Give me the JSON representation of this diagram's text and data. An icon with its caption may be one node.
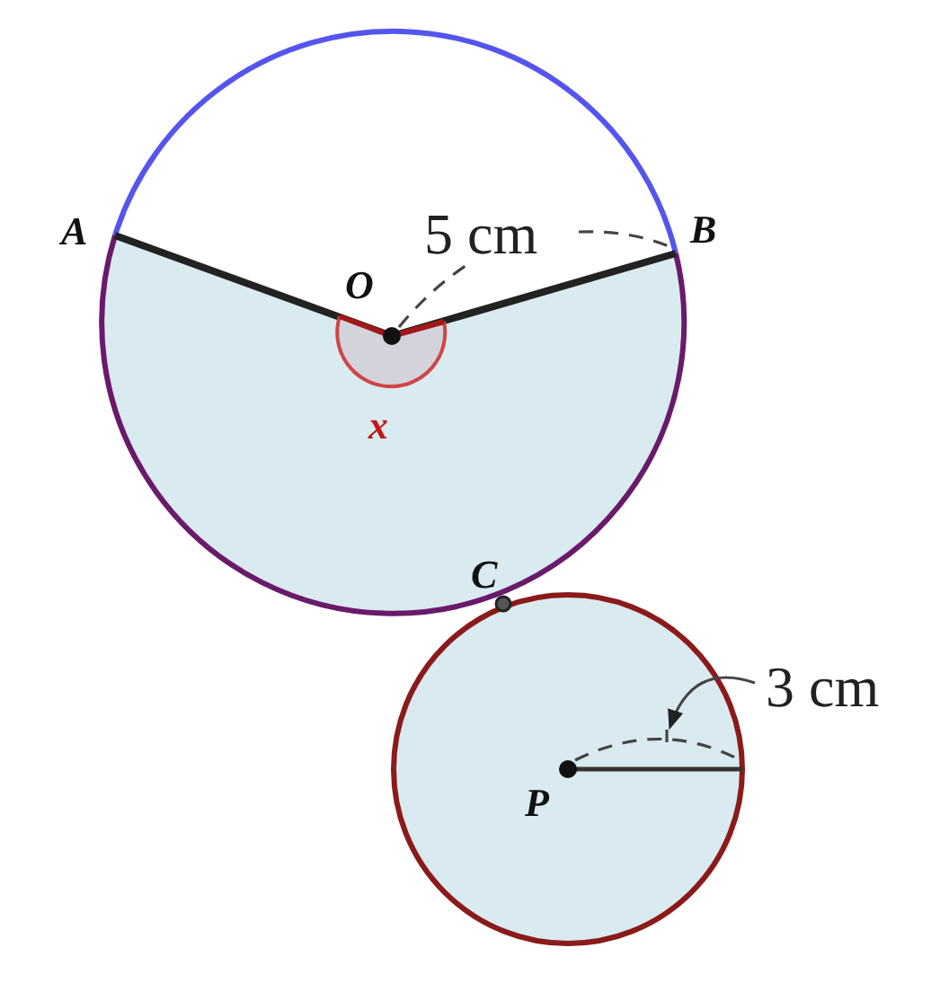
{
  "diagram": {
    "labels": [
      "A",
      "B",
      "5 cm",
      "O",
      "x",
      "C",
      "3 cm",
      "P"
    ]
  }
}
